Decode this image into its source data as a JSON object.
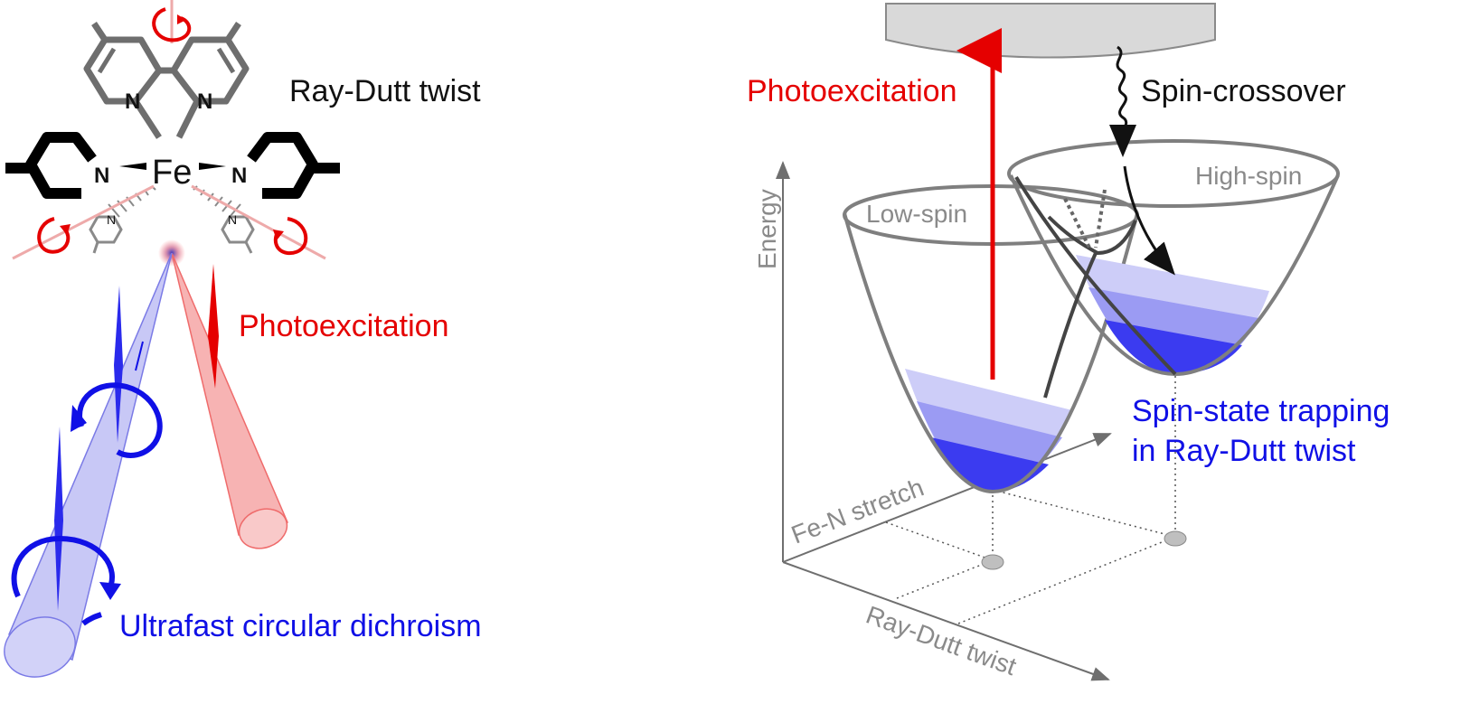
{
  "left_panel": {
    "ray_dutt_label": "Ray-Dutt twist",
    "photoexcitation_label": "Photoexcitation",
    "circular_dichroism_label": "Ultrafast circular dichroism",
    "metal_label": "Fe",
    "nitrogen_label": "N"
  },
  "right_panel": {
    "photoexcitation_label": "Photoexcitation",
    "spin_crossover_label": "Spin-crossover",
    "low_spin_label": "Low-spin",
    "high_spin_label": "High-spin",
    "trapping_line1": "Spin-state trapping",
    "trapping_line2": "in Ray-Dutt twist",
    "energy_axis_label": "Energy",
    "fe_n_axis_label": "Fe-N stretch",
    "ray_dutt_axis_label": "Ray-Dutt twist"
  },
  "colors": {
    "red": "#e50000",
    "blue": "#1010e6",
    "gray": "#8a8a8a",
    "band_light": "#c9c9f7",
    "band_mid": "#9a9af2",
    "band_dark": "#3b3bf0"
  }
}
